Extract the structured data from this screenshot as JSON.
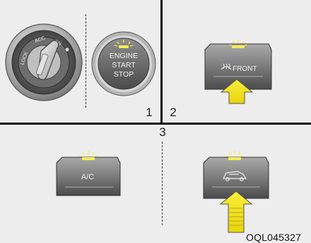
{
  "panels": {
    "p1": {
      "label": "1"
    },
    "p2": {
      "label": "2"
    },
    "p3": {
      "label": "3"
    }
  },
  "ignition": {
    "positions": [
      "LOCK",
      "ACC",
      "ON"
    ]
  },
  "start_button": {
    "lines": [
      "ENGINE",
      "START",
      "STOP"
    ]
  },
  "front_defrost": {
    "label": "FRONT",
    "icon": "front-defroster-icon"
  },
  "ac_button": {
    "label": "A/C"
  },
  "rear_defrost": {
    "icon": "rear-defroster-icon"
  },
  "arrows": {
    "color": "#f5e51a",
    "icon": "arrow-up-icon"
  },
  "indicator": {
    "color": "#f3ec4a"
  },
  "figure_code": "OQL045327"
}
